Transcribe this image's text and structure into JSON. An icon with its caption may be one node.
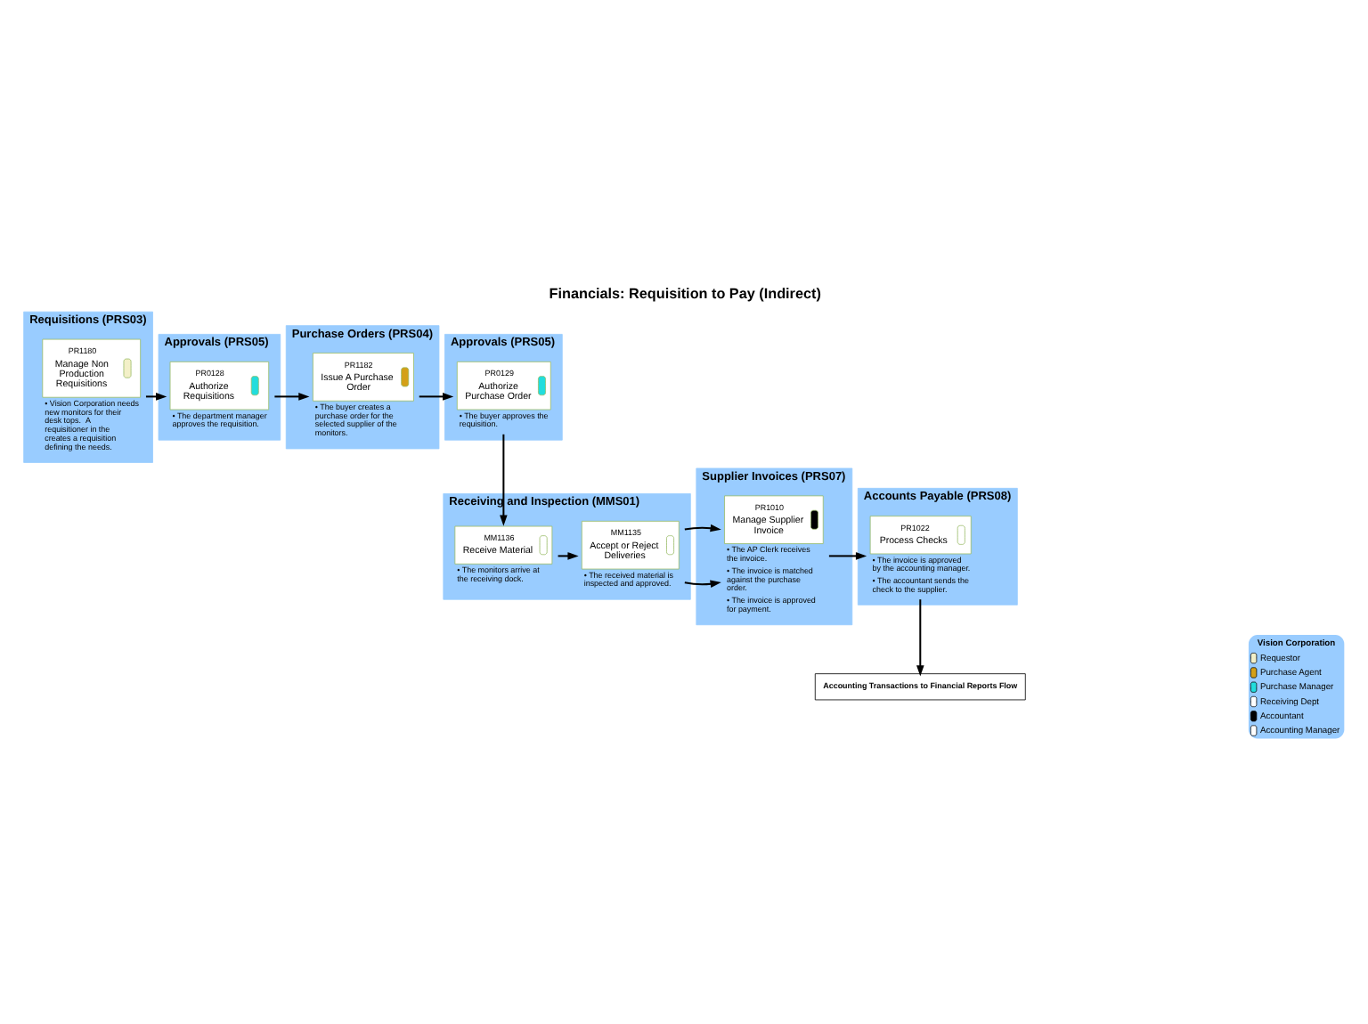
{
  "diagram": {
    "title": "Financials: Requisition to Pay (Indirect)",
    "nodes": [
      {
        "text": [
          "Requisitions (PRS03)"
        ]
      },
      {
        "text": [
          "PR1180",
          "Manage Non Production Requisitions"
        ],
        "in": 0,
        "beside": [
          "• Vision Corporation needs new monitors for their desk tops.  A requisitioner in the creates a requisition defining the needs."
        ]
      },
      {
        "text": [
          "Approvals (PRS05)"
        ]
      },
      {
        "text": [
          "PR0128",
          "Authorize Requisitions"
        ],
        "in": 2,
        "beside": [
          "• The department manager approves the requisition."
        ]
      },
      {
        "text": [
          "Purchase Orders (PRS04)"
        ]
      },
      {
        "text": [
          "PR1182",
          "Issue A Purchase Order"
        ],
        "in": 4,
        "beside": [
          "• The buyer creates a purchase order for the selected supplier of the monitors."
        ]
      },
      {
        "text": [
          "Approvals (PRS05)"
        ]
      },
      {
        "text": [
          "PR0129",
          "Authorize Purchase Order"
        ],
        "in": 6,
        "beside": [
          "• The buyer approves the requisition."
        ]
      },
      {
        "text": [
          "Receiving and Inspection (MMS01)"
        ]
      },
      {
        "text": [
          "MM1136",
          "Receive Material"
        ],
        "in": 8,
        "beside": [
          "• The monitors arrive at the receiving dock."
        ]
      },
      {
        "text": [
          "MM1135",
          "Accept or Reject Deliveries"
        ],
        "in": 8,
        "beside": [
          "• The received material is inspected and approved."
        ]
      },
      {
        "text": [
          "Supplier Invoices (PRS07)"
        ]
      },
      {
        "text": [
          "PR1010",
          "Manage Supplier Invoice"
        ],
        "in": 11,
        "beside": [
          "• The AP Clerk receives the invoice.",
          "• The invoice is matched against the purchase order.",
          "• The invoice is approved for payment."
        ]
      },
      {
        "text": [
          "Accounts Payable (PRS08)"
        ]
      },
      {
        "text": [
          "PR1022",
          "Process Checks"
        ],
        "in": 13,
        "beside": [
          "• The invoice is approved by the accounting manager.",
          "• The accountant sends the check to the supplier."
        ]
      },
      {
        "text": [
          "Accounting Transactions to Financial Reports Flow"
        ]
      }
    ],
    "edges": [
      {
        "from": 1,
        "to": 3,
        "arrow": "to"
      },
      {
        "from": 3,
        "to": 5,
        "arrow": "to"
      },
      {
        "from": 5,
        "to": 7,
        "arrow": "to"
      },
      {
        "from": 7,
        "to": 9,
        "arrow": "to"
      },
      {
        "from": 9,
        "to": 10,
        "arrow": "to"
      },
      {
        "from": 10,
        "to": 12,
        "arrow": "to"
      },
      {
        "from": 12,
        "to": 14,
        "arrow": "to"
      },
      {
        "from": 14,
        "to": 15,
        "arrow": "to"
      }
    ],
    "labels": [
      "Vision Corporation"
    ],
    "legend": [
      {
        "text": "Requestor"
      },
      {
        "text": "Purchase Agent"
      },
      {
        "text": "Purchase Manager"
      },
      {
        "text": "Receiving Dept"
      },
      {
        "text": "Accountant"
      },
      {
        "text": "Accounting Manager"
      }
    ]
  }
}
